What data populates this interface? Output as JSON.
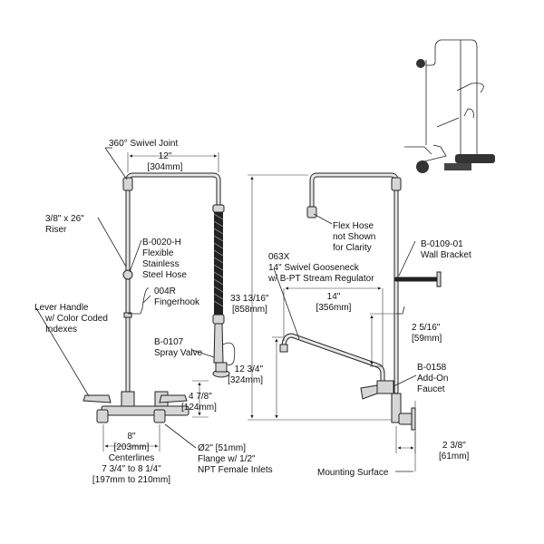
{
  "colors": {
    "ink": "#111111",
    "pipe": "#e6e6e6",
    "red_accent": "#c0392b"
  },
  "labels": {
    "swivel_joint": "360° Swivel Joint",
    "top_dim_in": "12\"",
    "top_dim_mm": "[304mm]",
    "riser_1": "3/8\" x 26\"",
    "riser_2": "Riser",
    "hose_1": "B-0020-H",
    "hose_2": "Flexible",
    "hose_3": "Stainless",
    "hose_4": "Steel Hose",
    "fingerhook_1": "004R",
    "fingerhook_2": "Fingerhook",
    "lever_1": "Lever Handle",
    "lever_2": "w/ Color Coded",
    "lever_3": "Indexes",
    "spray_1": "B-0107",
    "spray_2": "Spray Valve",
    "height_in": "4 7/8\"",
    "height_mm": "[124mm]",
    "cent_1": "8\"",
    "cent_2": "[203mm]",
    "cent_3": "Centerlines",
    "cent_4": "7 3/4\" to 8 1/4\"",
    "cent_5": "[197mm to 210mm]",
    "flange_1": "Ø2\" [51mm]",
    "flange_2": "Flange w/ 1/2\"",
    "flange_3": "NPT Female Inlets",
    "flexnote_1": "Flex Hose",
    "flexnote_2": "not Shown",
    "flexnote_3": "for Clarity",
    "goose_1": "063X",
    "goose_2": "14\" Swivel Gooseneck",
    "goose_3": "w/ B-PT Stream Regulator",
    "goose_dim_in": "14\"",
    "goose_dim_mm": "[356mm]",
    "overall_in": "33 13/16\"",
    "overall_mm": "[858mm]",
    "bracket_1": "B-0109-01",
    "bracket_2": "Wall Bracket",
    "offset_in": "2 5/16\"",
    "offset_mm": "[59mm]",
    "spout_ht_in": "12 3/4\"",
    "spout_ht_mm": "[324mm]",
    "addon_1": "B-0158",
    "addon_2": "Add-On",
    "addon_3": "Faucet",
    "wall_in": "2 3/8\"",
    "wall_mm": "[61mm]",
    "mounting": "Mounting Surface"
  }
}
